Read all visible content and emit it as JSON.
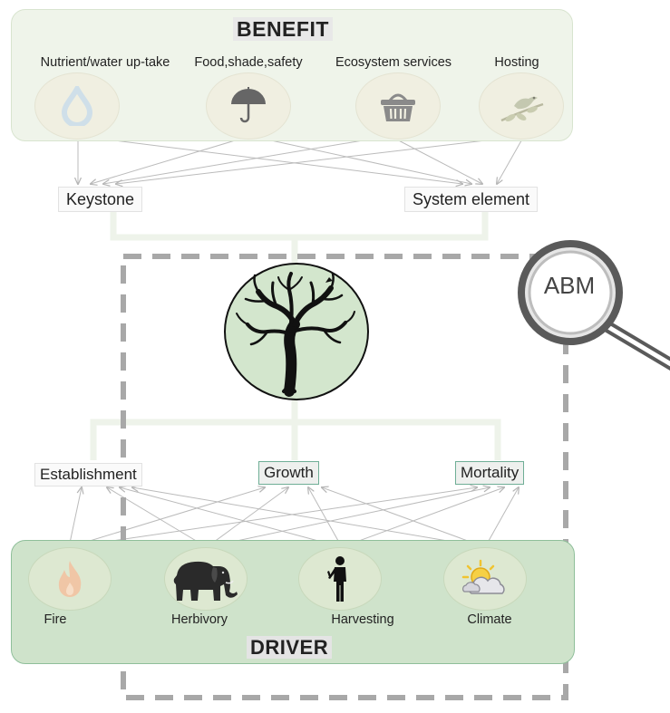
{
  "benefit": {
    "title": "BENEFIT",
    "items": [
      {
        "label": "Nutrient/water up-take",
        "icon": "water-drop-icon"
      },
      {
        "label": "Food,shade,safety",
        "icon": "umbrella-icon"
      },
      {
        "label": "Ecosystem services",
        "icon": "basket-icon"
      },
      {
        "label": "Hosting",
        "icon": "bird-on-branch-icon"
      }
    ]
  },
  "roles": {
    "keystone": "Keystone",
    "system_element": "System element"
  },
  "model": {
    "label": "ABM",
    "center_icon": "tree-icon"
  },
  "processes": {
    "establishment": "Establishment",
    "growth": "Growth",
    "mortality": "Mortality"
  },
  "driver": {
    "title": "DRIVER",
    "items": [
      {
        "label": "Fire",
        "icon": "fire-icon"
      },
      {
        "label": "Herbivory",
        "icon": "elephant-icon"
      },
      {
        "label": "Harvesting",
        "icon": "person-icon"
      },
      {
        "label": "Climate",
        "icon": "sun-cloud-icon"
      }
    ]
  },
  "colors": {
    "benefit_panel": "#eff4ea",
    "driver_panel": "#cfe3cb",
    "tree_circle": "#d3e6cd",
    "arrow": "#b9b9b9",
    "dashed_frame": "#a8a8a8",
    "connector": "#eef3ea"
  }
}
